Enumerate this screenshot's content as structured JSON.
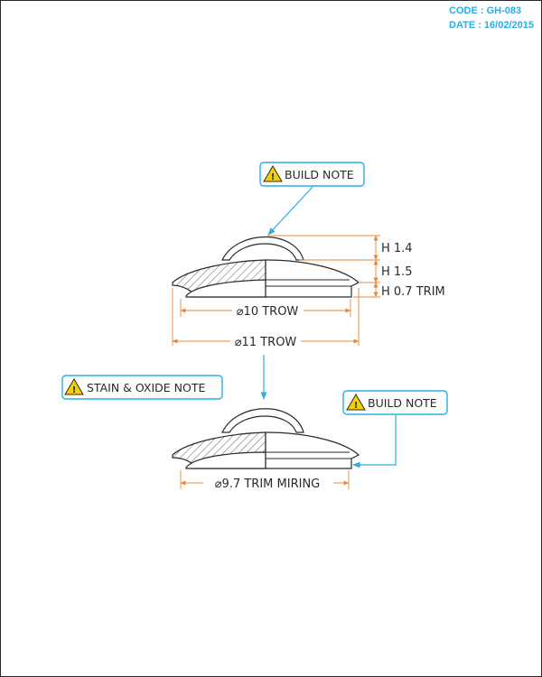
{
  "header": {
    "code": "CODE : GH-083",
    "date": "DATE : 16/02/2015"
  },
  "notes": {
    "build_note_top": "BUILD NOTE",
    "stain_oxide_note": "STAIN & OXIDE NOTE",
    "build_note_right": "BUILD NOTE"
  },
  "dimensions": {
    "h1": "H 1.4",
    "h2": "H 1.5",
    "h3": "H 0.7 TRIM",
    "dia_trow_10": "⌀10 TROW",
    "dia_trow_11": "⌀11 TROW",
    "dia_trim_miring": "⌀9.7 TRIM MIRING"
  },
  "colors": {
    "accent_blue": "#2aaee4",
    "dimension_orange": "#e8883a",
    "line": "#2a2a2a",
    "warning_yellow": "#f5d000"
  },
  "icons": {
    "warning": "warning-triangle-icon"
  }
}
